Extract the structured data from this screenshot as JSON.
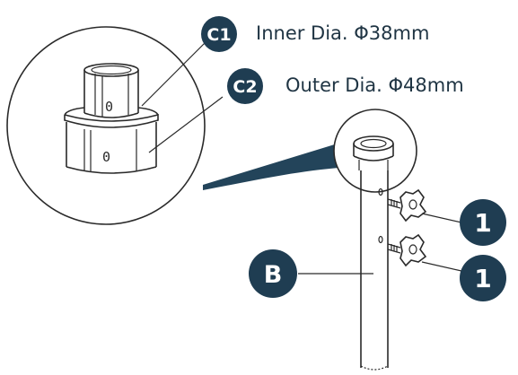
{
  "callouts": {
    "c1": {
      "badge": "C1",
      "text": "Inner Dia. Φ38mm"
    },
    "c2": {
      "badge": "C2",
      "text": "Outer Dia. Φ48mm"
    },
    "b": {
      "badge": "B"
    },
    "knob_top": {
      "badge": "1"
    },
    "knob_bottom": {
      "badge": "1"
    }
  },
  "fitting_marks": {
    "upper": "0",
    "lower": "0"
  },
  "colors": {
    "badge": "#1f3d52",
    "connector": "#23445a",
    "line": "#2a2a2a"
  }
}
